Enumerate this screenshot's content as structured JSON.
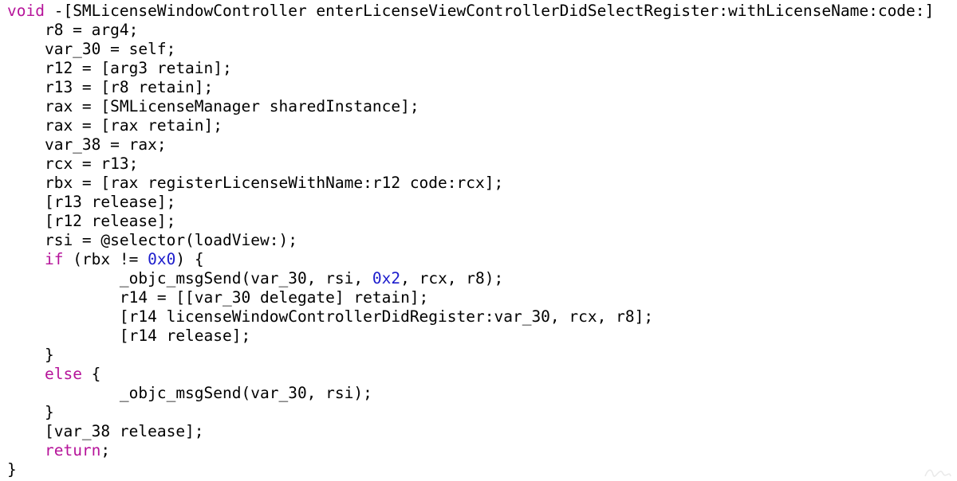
{
  "colors": {
    "keyword": "#b6149a",
    "number": "#1c1ccc",
    "text": "#000000",
    "background": "#ffffff"
  },
  "lines": [
    {
      "tokens": [
        {
          "t": "void",
          "c": "kw"
        },
        {
          "t": " -[SMLicenseWindowController enterLicenseViewControllerDidSelectRegister:withLicenseName:code:]"
        }
      ]
    },
    {
      "tokens": [
        {
          "t": "    r8 = arg4;"
        }
      ]
    },
    {
      "tokens": [
        {
          "t": "    var_30 = self;"
        }
      ]
    },
    {
      "tokens": [
        {
          "t": "    r12 = [arg3 retain];"
        }
      ]
    },
    {
      "tokens": [
        {
          "t": "    r13 = [r8 retain];"
        }
      ]
    },
    {
      "tokens": [
        {
          "t": "    rax = [SMLicenseManager sharedInstance];"
        }
      ]
    },
    {
      "tokens": [
        {
          "t": "    rax = [rax retain];"
        }
      ]
    },
    {
      "tokens": [
        {
          "t": "    var_38 = rax;"
        }
      ]
    },
    {
      "tokens": [
        {
          "t": "    rcx = r13;"
        }
      ]
    },
    {
      "tokens": [
        {
          "t": "    rbx = [rax registerLicenseWithName:r12 code:rcx];"
        }
      ]
    },
    {
      "tokens": [
        {
          "t": "    [r13 release];"
        }
      ]
    },
    {
      "tokens": [
        {
          "t": "    [r12 release];"
        }
      ]
    },
    {
      "tokens": [
        {
          "t": "    rsi = @selector(loadView:);"
        }
      ]
    },
    {
      "tokens": [
        {
          "t": "    "
        },
        {
          "t": "if",
          "c": "kw"
        },
        {
          "t": " (rbx != "
        },
        {
          "t": "0x0",
          "c": "num"
        },
        {
          "t": ") {"
        }
      ]
    },
    {
      "tokens": [
        {
          "t": "            _objc_msgSend(var_30, rsi, "
        },
        {
          "t": "0x2",
          "c": "num"
        },
        {
          "t": ", rcx, r8);"
        }
      ]
    },
    {
      "tokens": [
        {
          "t": "            r14 = [[var_30 delegate] retain];"
        }
      ]
    },
    {
      "tokens": [
        {
          "t": "            [r14 licenseWindowControllerDidRegister:var_30, rcx, r8];"
        }
      ]
    },
    {
      "tokens": [
        {
          "t": "            [r14 release];"
        }
      ]
    },
    {
      "tokens": [
        {
          "t": "    }"
        }
      ]
    },
    {
      "tokens": [
        {
          "t": "    "
        },
        {
          "t": "else",
          "c": "kw"
        },
        {
          "t": " {"
        }
      ]
    },
    {
      "tokens": [
        {
          "t": "            _objc_msgSend(var_30, rsi);"
        }
      ]
    },
    {
      "tokens": [
        {
          "t": "    }"
        }
      ]
    },
    {
      "tokens": [
        {
          "t": "    [var_38 release];"
        }
      ]
    },
    {
      "tokens": [
        {
          "t": "    "
        },
        {
          "t": "return",
          "c": "kw"
        },
        {
          "t": ";"
        }
      ]
    },
    {
      "tokens": [
        {
          "t": "}"
        }
      ]
    }
  ]
}
